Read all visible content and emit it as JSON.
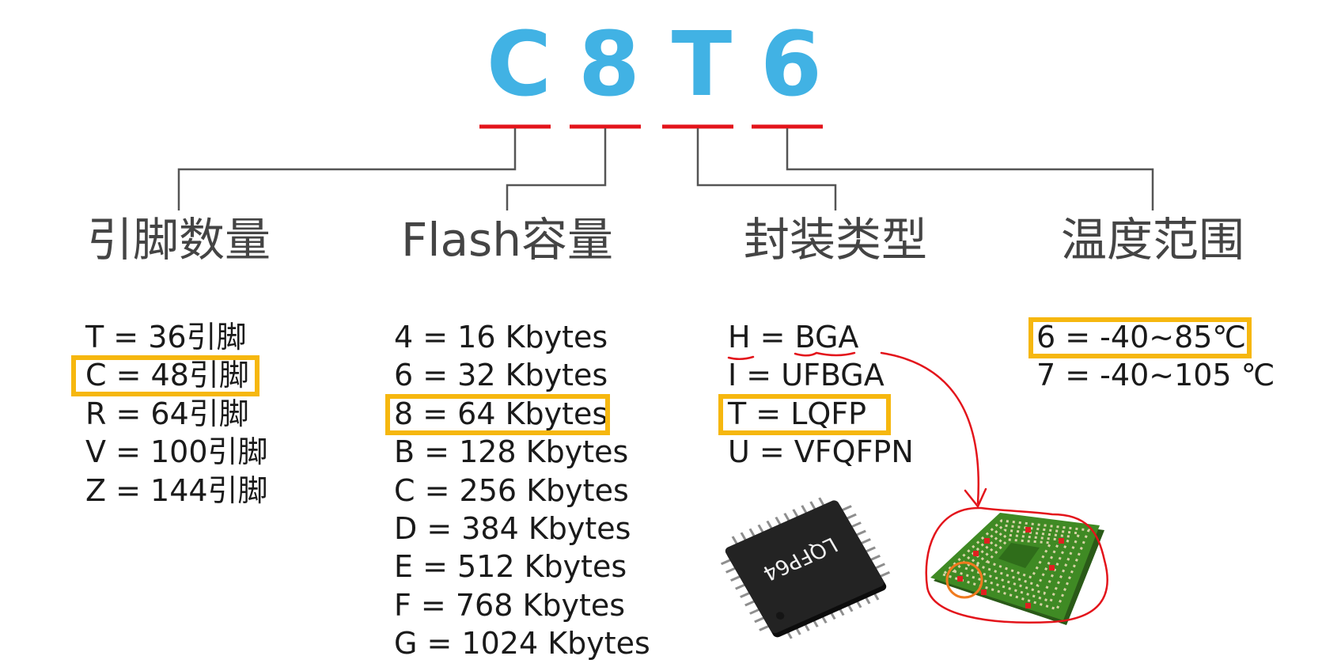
{
  "code": {
    "letters": [
      "C",
      "8",
      "T",
      "6"
    ]
  },
  "categories": [
    {
      "title": "引脚数量",
      "items": [
        "T = 36引脚",
        "C = 48引脚",
        "R = 64引脚",
        "V = 100引脚",
        "Z = 144引脚"
      ],
      "highlighted_index": 1
    },
    {
      "title": "Flash容量",
      "items": [
        "4 = 16 Kbytes",
        "6 = 32 Kbytes",
        "8 = 64 Kbytes",
        "B = 128 Kbytes",
        "C = 256 Kbytes",
        "D = 384 Kbytes",
        "E = 512 Kbytes",
        "F = 768 Kbytes",
        "G = 1024 Kbytes"
      ],
      "highlighted_index": 2
    },
    {
      "title": "封装类型",
      "items": [
        "H = BGA",
        "I = UFBGA",
        "T = LQFP",
        "U = VFQFPN"
      ],
      "highlighted_index": 2
    },
    {
      "title": "温度范围",
      "items": [
        "6 = -40~85℃",
        "7 = -40~105 ℃"
      ],
      "highlighted_index": 0
    }
  ],
  "chip_label": "LQFP64",
  "colors": {
    "code_letters": "#41b2e4",
    "underline": "#e3141b",
    "connector": "#555555",
    "highlight_box": "#f6b70f",
    "annotation": "#e3141b",
    "annotation_circle": "#f07a1e"
  },
  "icons": [
    "lqfp-chip-image",
    "bga-chip-image"
  ]
}
